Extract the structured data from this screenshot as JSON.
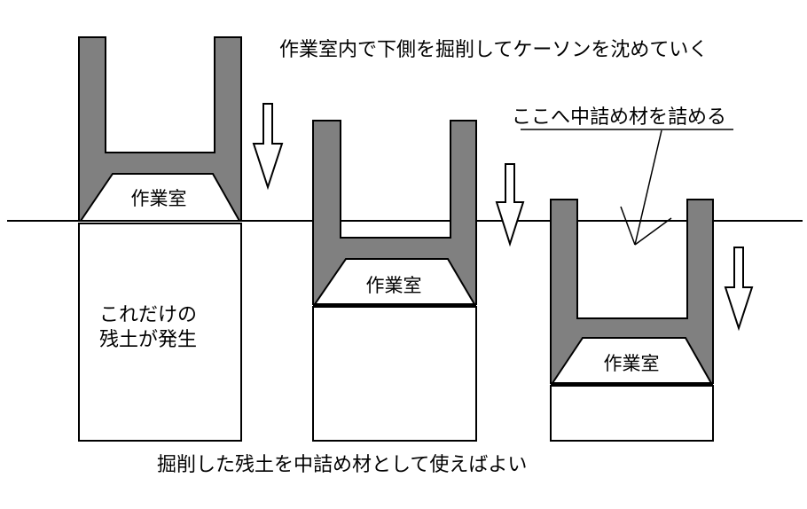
{
  "title": "作業室内で下側を掘削してケーソンを沈めていく",
  "callout": "ここへ中詰め材を詰める",
  "chamber_label": "作業室",
  "soil_note_line1": "これだけの",
  "soil_note_line2": "残土が発生",
  "footer": "掘削した残土を中詰め材として使えばよい",
  "colors": {
    "caisson_wall": "#808080",
    "outline": "#000000",
    "background": "#ffffff"
  },
  "stages": [
    {
      "id": "stage-1",
      "description": "caisson at ground level"
    },
    {
      "id": "stage-2",
      "description": "caisson partially sunk"
    },
    {
      "id": "stage-3",
      "description": "caisson sunk deeper"
    }
  ],
  "arrows": {
    "direction": "down",
    "count": 3
  }
}
